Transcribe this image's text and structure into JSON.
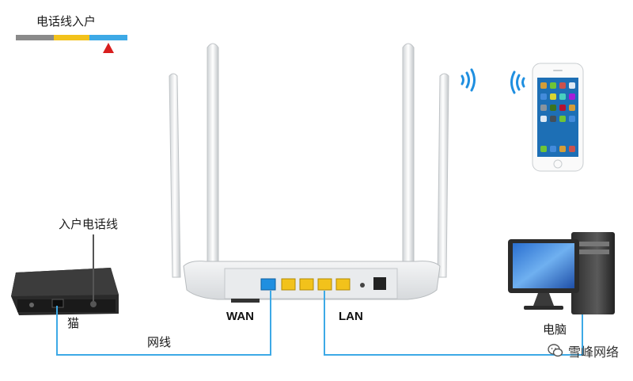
{
  "labels": {
    "top_legend": "电话线入户",
    "phone_line_in": "入户电话线",
    "modem": "猫",
    "network_cable": "网线",
    "wan": "WAN",
    "lan": "LAN",
    "computer": "电脑"
  },
  "watermark": {
    "text": "雪峰网络",
    "icon": "wechat-logo-icon"
  },
  "colors": {
    "cable_blue": "#3da9e6",
    "legend_gray": "#8a8a8a",
    "legend_yellow": "#f2c21b",
    "legend_blue": "#3da9e6",
    "arrow_red": "#d81e1e",
    "wifi_blue": "#1f8fe0"
  },
  "icons": {
    "router": "router-icon",
    "phone": "smartphone-icon",
    "computer": "desktop-computer-icon",
    "modem": "modem-icon",
    "wifi": "wifi-signal-icon"
  }
}
